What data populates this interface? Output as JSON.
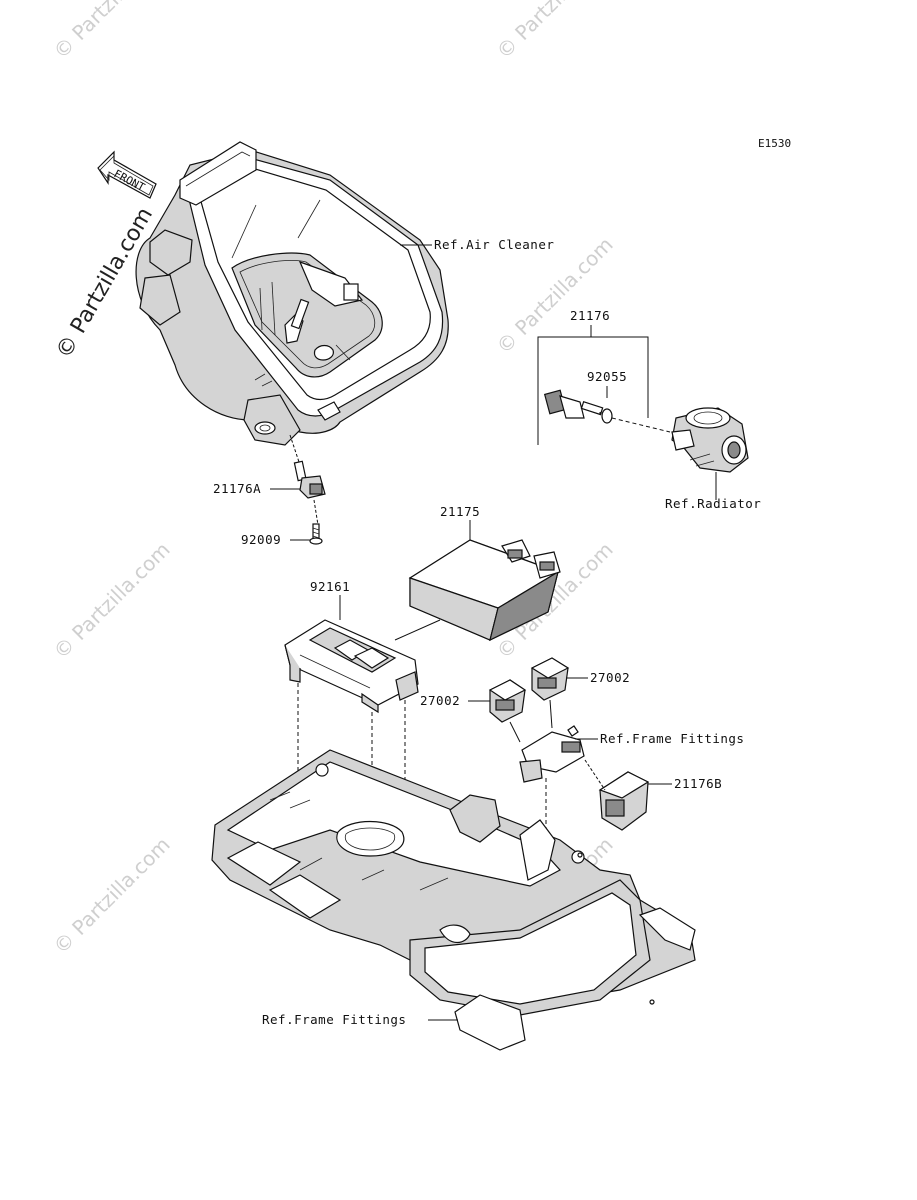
{
  "diagram_code": "E1530",
  "front_arrow_label": "FRONT",
  "watermark": "© Partzilla.com",
  "labels": {
    "air_cleaner": "Ref.Air Cleaner",
    "p21176": "21176",
    "p92055": "92055",
    "radiator": "Ref.Radiator",
    "p21176A": "21176A",
    "p92009": "92009",
    "p21175": "21175",
    "p92161": "92161",
    "p27002_left": "27002",
    "p27002_right": "27002",
    "frame_fittings_mid": "Ref.Frame Fittings",
    "p21176B": "21176B",
    "frame_fittings_bottom": "Ref.Frame Fittings"
  }
}
